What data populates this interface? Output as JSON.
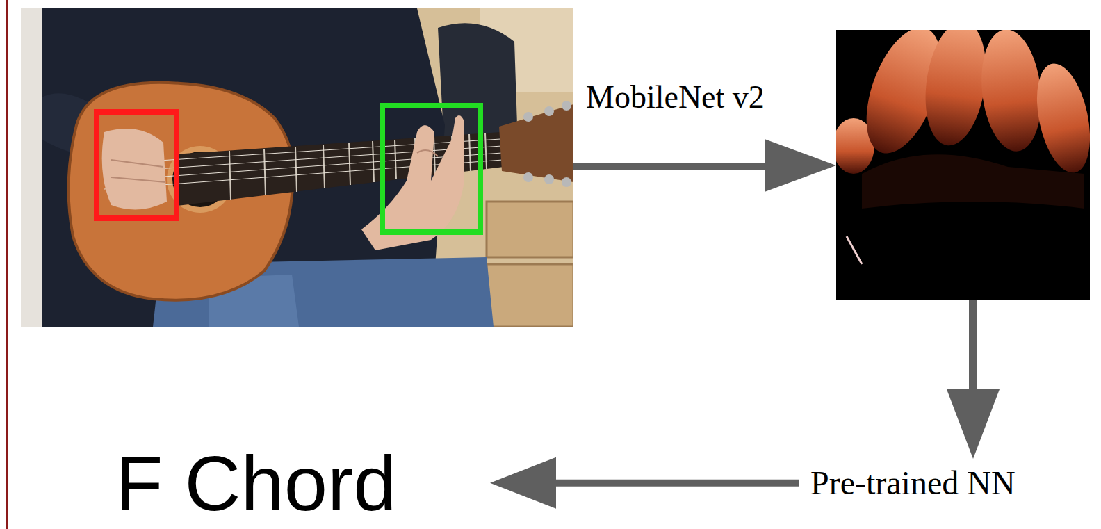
{
  "diagram": {
    "nodes": [
      {
        "text": [
          "Pre-trained NN"
        ]
      },
      {
        "text": [
          "F Chord"
        ]
      }
    ],
    "edges": [
      {
        "from": 0,
        "to": 1,
        "arrow": "to"
      }
    ],
    "labels": [
      "MobileNet v2"
    ]
  }
}
